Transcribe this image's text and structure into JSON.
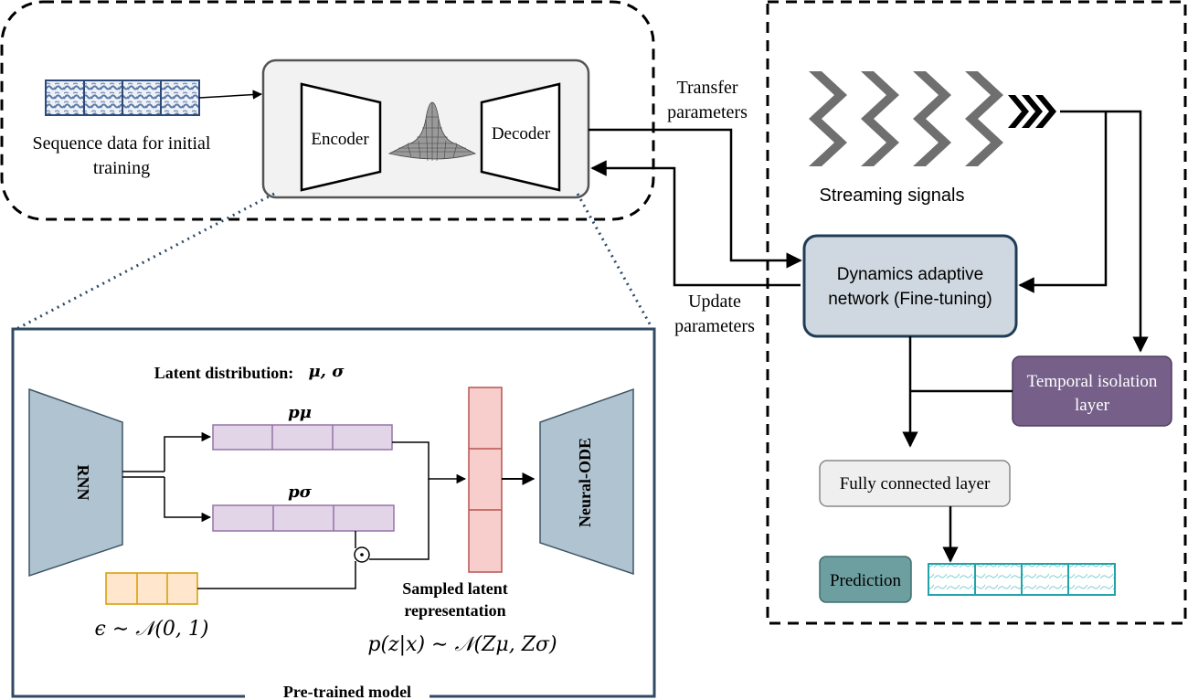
{
  "top_left": {
    "sequence_caption_line1": "Sequence data for initial",
    "sequence_caption_line2": "training",
    "encoder_label": "Encoder",
    "decoder_label": "Decoder"
  },
  "arrows": {
    "transfer_line1": "Transfer",
    "transfer_line2": "parameters",
    "update_line1": "Update",
    "update_line2": "parameters"
  },
  "right_panel": {
    "streaming_label": "Streaming signals",
    "dynamics_line1": "Dynamics adaptive",
    "dynamics_line2": "network (Fine-tuning)",
    "temporal_line1": "Temporal isolation",
    "temporal_line2": "layer",
    "fc_label": "Fully connected layer",
    "prediction_label": "Prediction"
  },
  "pretrained": {
    "latent_title": "Latent distribution:",
    "latent_title_math": "μ, σ",
    "p_mu": "pμ",
    "p_sigma": "pσ",
    "rnn_label": "RNN",
    "node_label": "Neural-ODE",
    "epsilon": "ϵ ∼ 𝒩(0, 1)",
    "odot": "⊙",
    "sampled_line1": "Sampled latent",
    "sampled_line2": "representation",
    "posterior": "p(z|x) ∼ 𝒩(Zμ, Zσ)",
    "panel_caption": "Pre-trained model"
  },
  "colors": {
    "latent_purple": "#e1d5e7",
    "latent_purple_stroke": "#9673a6",
    "sampled_red": "#f8cecc",
    "sampled_red_stroke": "#b85450",
    "epsilon_orange": "#ffe6cc",
    "epsilon_orange_stroke": "#d79b00",
    "trapezoid_blue": "#b0c3d0",
    "dynamics_fill": "#cfd8e0",
    "temporal_fill": "#76608a",
    "prediction_fill": "#6d9ea0",
    "pattern_blue": "#4a6a9a",
    "pattern_teal": "#22a3a8"
  }
}
